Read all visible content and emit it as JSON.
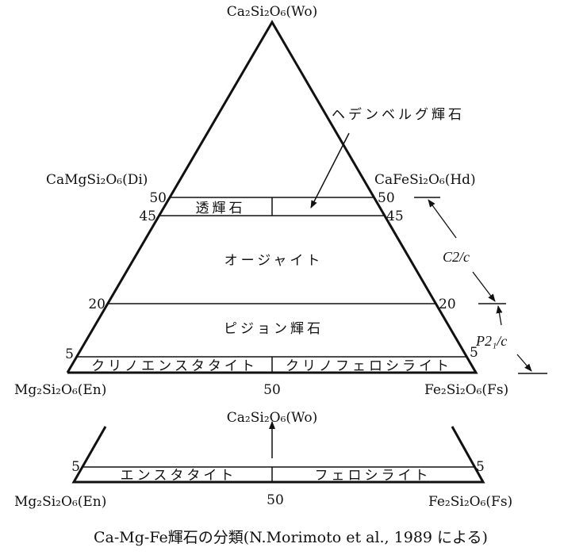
{
  "colors": {
    "line": "#111111",
    "background": "#ffffff"
  },
  "upper": {
    "apex": "Ca₂Si₂O₆(Wo)",
    "di": "CaMgSi₂O₆(Di)",
    "hd": "CaFeSi₂O₆(Hd)",
    "en": "Mg₂Si₂O₆(En)",
    "fs": "Fe₂Si₂O₆(Fs)",
    "base_mid": "50",
    "hedenbergite_label": "ヘデンベルグ輝石",
    "ticks": {
      "l50": "50",
      "r50": "50",
      "l45": "45",
      "r45": "45",
      "l20": "20",
      "r20": "20",
      "l5": "5",
      "r5": "5"
    },
    "regions": {
      "diopside": "透輝石",
      "augite": "オージャイト",
      "pigeonite": "ピジョン輝石",
      "clinoenstatite": "クリノエンスタタイト",
      "clinoferrosilite": "クリノフェロシライト"
    },
    "symmetry": {
      "c2c": "C2/c",
      "p21c": "P2₁/c"
    }
  },
  "lower": {
    "arrow_label": "Ca₂Si₂O₆(Wo)",
    "en": "Mg₂Si₂O₆(En)",
    "fs": "Fe₂Si₂O₆(Fs)",
    "base_mid": "50",
    "l5": "5",
    "r5": "5",
    "enstatite": "エンスタタイト",
    "ferrosilite": "フェロシライト"
  },
  "caption": "Ca-Mg-Fe輝石の分類(N.Morimoto et al., 1989 による)"
}
